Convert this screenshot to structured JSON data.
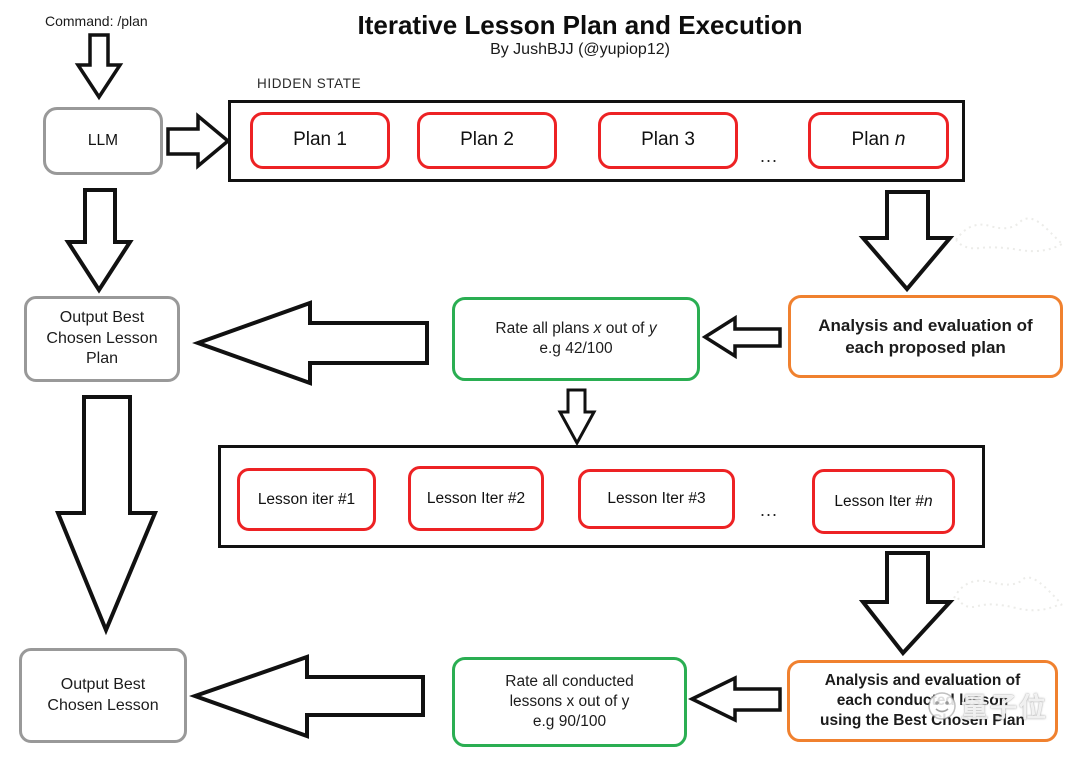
{
  "colors": {
    "red_box_border": "#ED2224",
    "green_box_border": "#2AAE52",
    "orange_box_border": "#F0812F",
    "gray_box_border": "#999999",
    "arrow_outline": "#111111"
  },
  "header": {
    "command_label": "Command: /plan",
    "title": "Iterative Lesson Plan and Execution",
    "subtitle": "By JushBJJ (@yupiop12)"
  },
  "llm": {
    "label": "LLM"
  },
  "hidden_state": {
    "label": "HIDDEN STATE",
    "plans": [
      "Plan 1",
      "Plan 2",
      "Plan 3"
    ],
    "ellipsis": "...",
    "plan_n_prefix": "Plan ",
    "plan_n_italic": "n"
  },
  "row1": {
    "output_lines": [
      "Output Best",
      "Chosen Lesson",
      "Plan"
    ],
    "rate": {
      "part1": "Rate all plans ",
      "x": "x",
      "part2": " out of ",
      "y": "y",
      "line2": "e.g 42/100"
    },
    "analysis_lines": [
      "Analysis and evaluation of",
      "each proposed plan"
    ]
  },
  "iterations": {
    "items": [
      "Lesson iter #1",
      "Lesson Iter #2",
      "Lesson Iter #3"
    ],
    "ellipsis": "...",
    "iter_n_prefix": "Lesson Iter #",
    "iter_n_italic": "n"
  },
  "row2": {
    "output_lines": [
      "Output Best",
      "Chosen Lesson"
    ],
    "rate_lines": [
      "Rate all conducted",
      "lessons x out of y",
      "e.g 90/100"
    ],
    "analysis_lines": [
      "Analysis and evaluation of",
      "each conducted lesson",
      "using the Best Chosen Plan"
    ]
  },
  "watermark": {
    "text": "量子位"
  }
}
